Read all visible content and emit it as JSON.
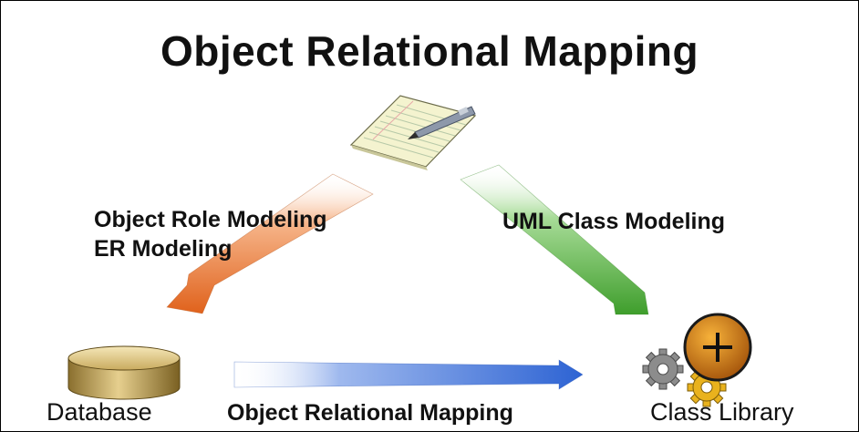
{
  "title": "Object Relational Mapping",
  "labels": {
    "left_line1": "Object Role Modeling",
    "left_line2": "ER Modeling",
    "right": "UML Class Modeling",
    "bottom": "Object Relational Mapping",
    "database": "Database",
    "class_library": "Class Library"
  },
  "icons": [
    "notepad-pen-icon",
    "database-cylinder-icon",
    "gears-plus-icon"
  ],
  "colors": {
    "left_arrow": "#e8772e",
    "right_arrow": "#4fae3a",
    "bottom_arrow": "#3a6fd8",
    "database": "#c8a85a",
    "plus_circle": "#c77a12",
    "gear_gray": "#8c8c8c",
    "gear_gold": "#e9b21d"
  }
}
